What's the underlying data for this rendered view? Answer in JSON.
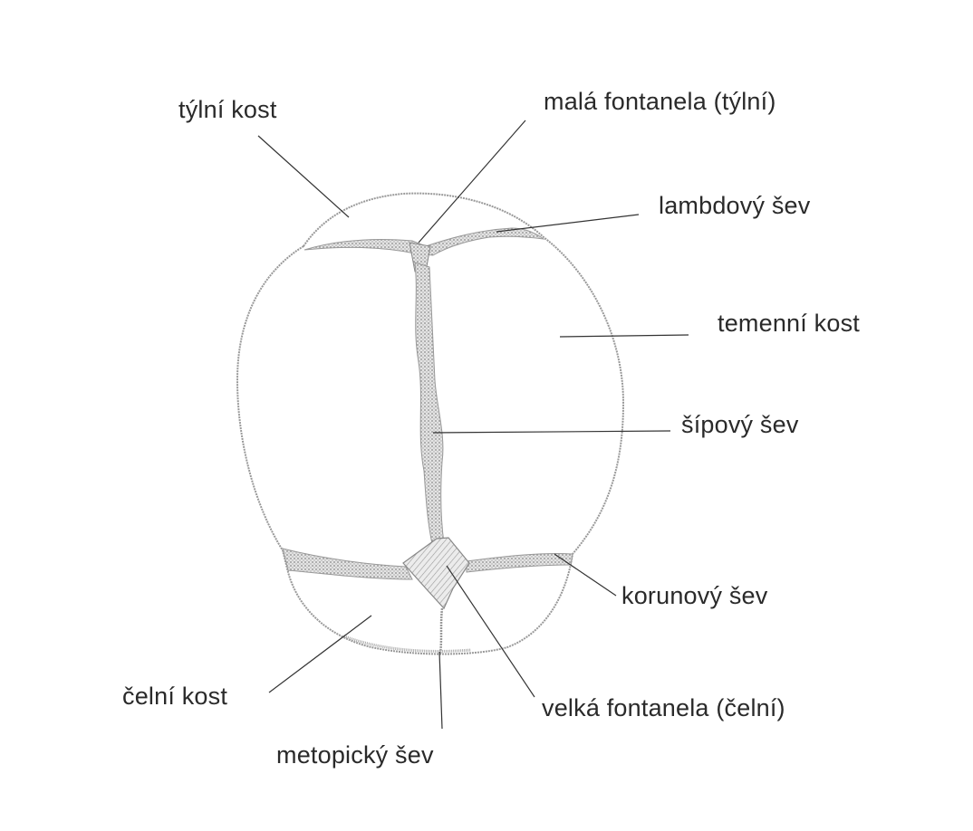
{
  "labels": {
    "tylni_kost": "týlní kost",
    "mala_fontanela": "malá fontanela (týlní)",
    "lambdovy_sev": "lambdový šev",
    "temenni_kost": "temenní kost",
    "sipovy_sev": "šípový šev",
    "korunovy_sev": "korunový šev",
    "celni_kost": "čelní kost",
    "velka_fontanela": "velká fontanela (čelní)",
    "metopicky_sev": "metopický šev"
  },
  "colors": {
    "line": "#333333",
    "outline": "#8a8a8a",
    "suture": "#9a9a9a"
  }
}
